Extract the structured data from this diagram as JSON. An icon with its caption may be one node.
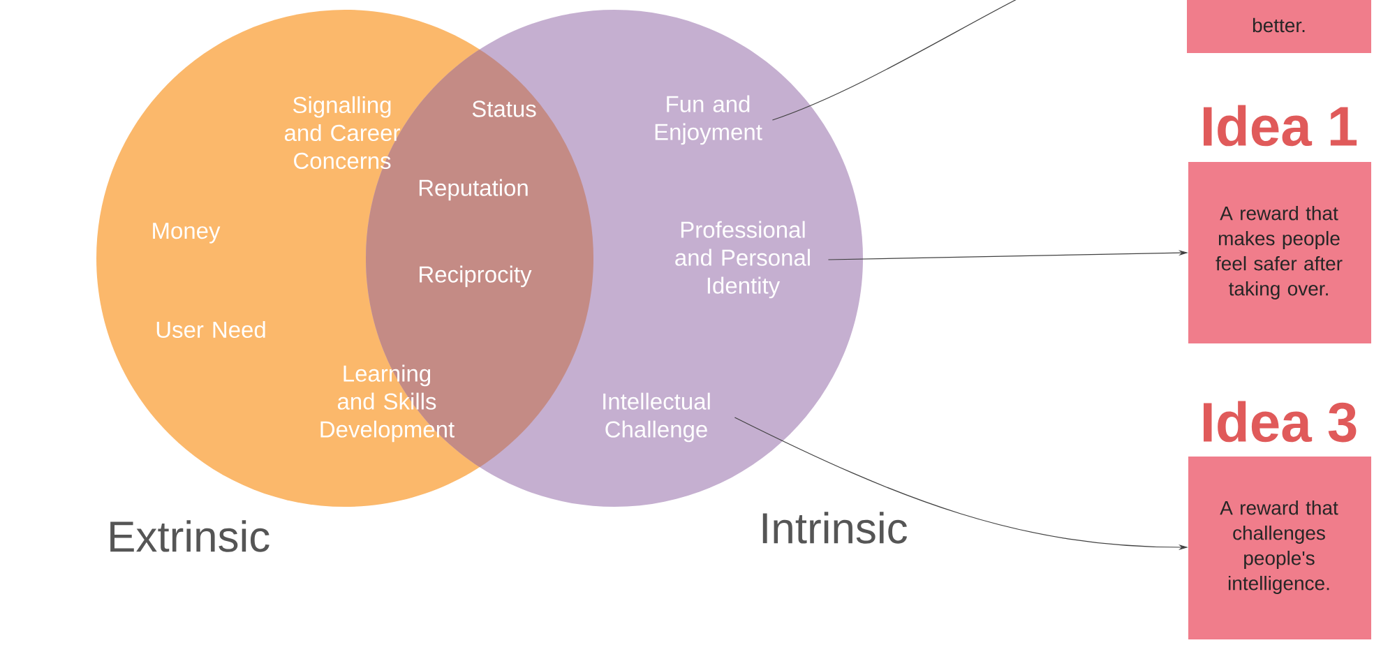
{
  "diagram": {
    "nodes": [
      {
        "text": [
          "Extrinsic"
        ]
      },
      {
        "text": [
          "Intrinsic"
        ]
      },
      {
        "text": [
          "Fun and Enjoyment"
        ],
        "in": 1
      },
      {
        "text": [
          "Professional and Personal Identity"
        ],
        "in": 1
      },
      {
        "text": [
          "Intellectual Challenge"
        ],
        "in": 1
      },
      {
        "text": [
          "better."
        ]
      },
      {
        "text": [
          "Idea 1",
          "A reward that makes people feel safer after taking over."
        ]
      },
      {
        "text": [
          "Idea 3",
          "A reward that challenges people's intelligence."
        ]
      }
    ],
    "edges": [
      {
        "from": 2,
        "to": null,
        "arrow": "none"
      },
      {
        "from": 3,
        "to": 6,
        "arrow": "to"
      },
      {
        "from": 4,
        "to": 7,
        "arrow": "to"
      }
    ],
    "labels": [
      "Signalling and Career Concerns",
      "Status",
      "Reputation",
      "Money",
      "Reciprocity",
      "User Need",
      "Learning and Skills Development"
    ]
  }
}
